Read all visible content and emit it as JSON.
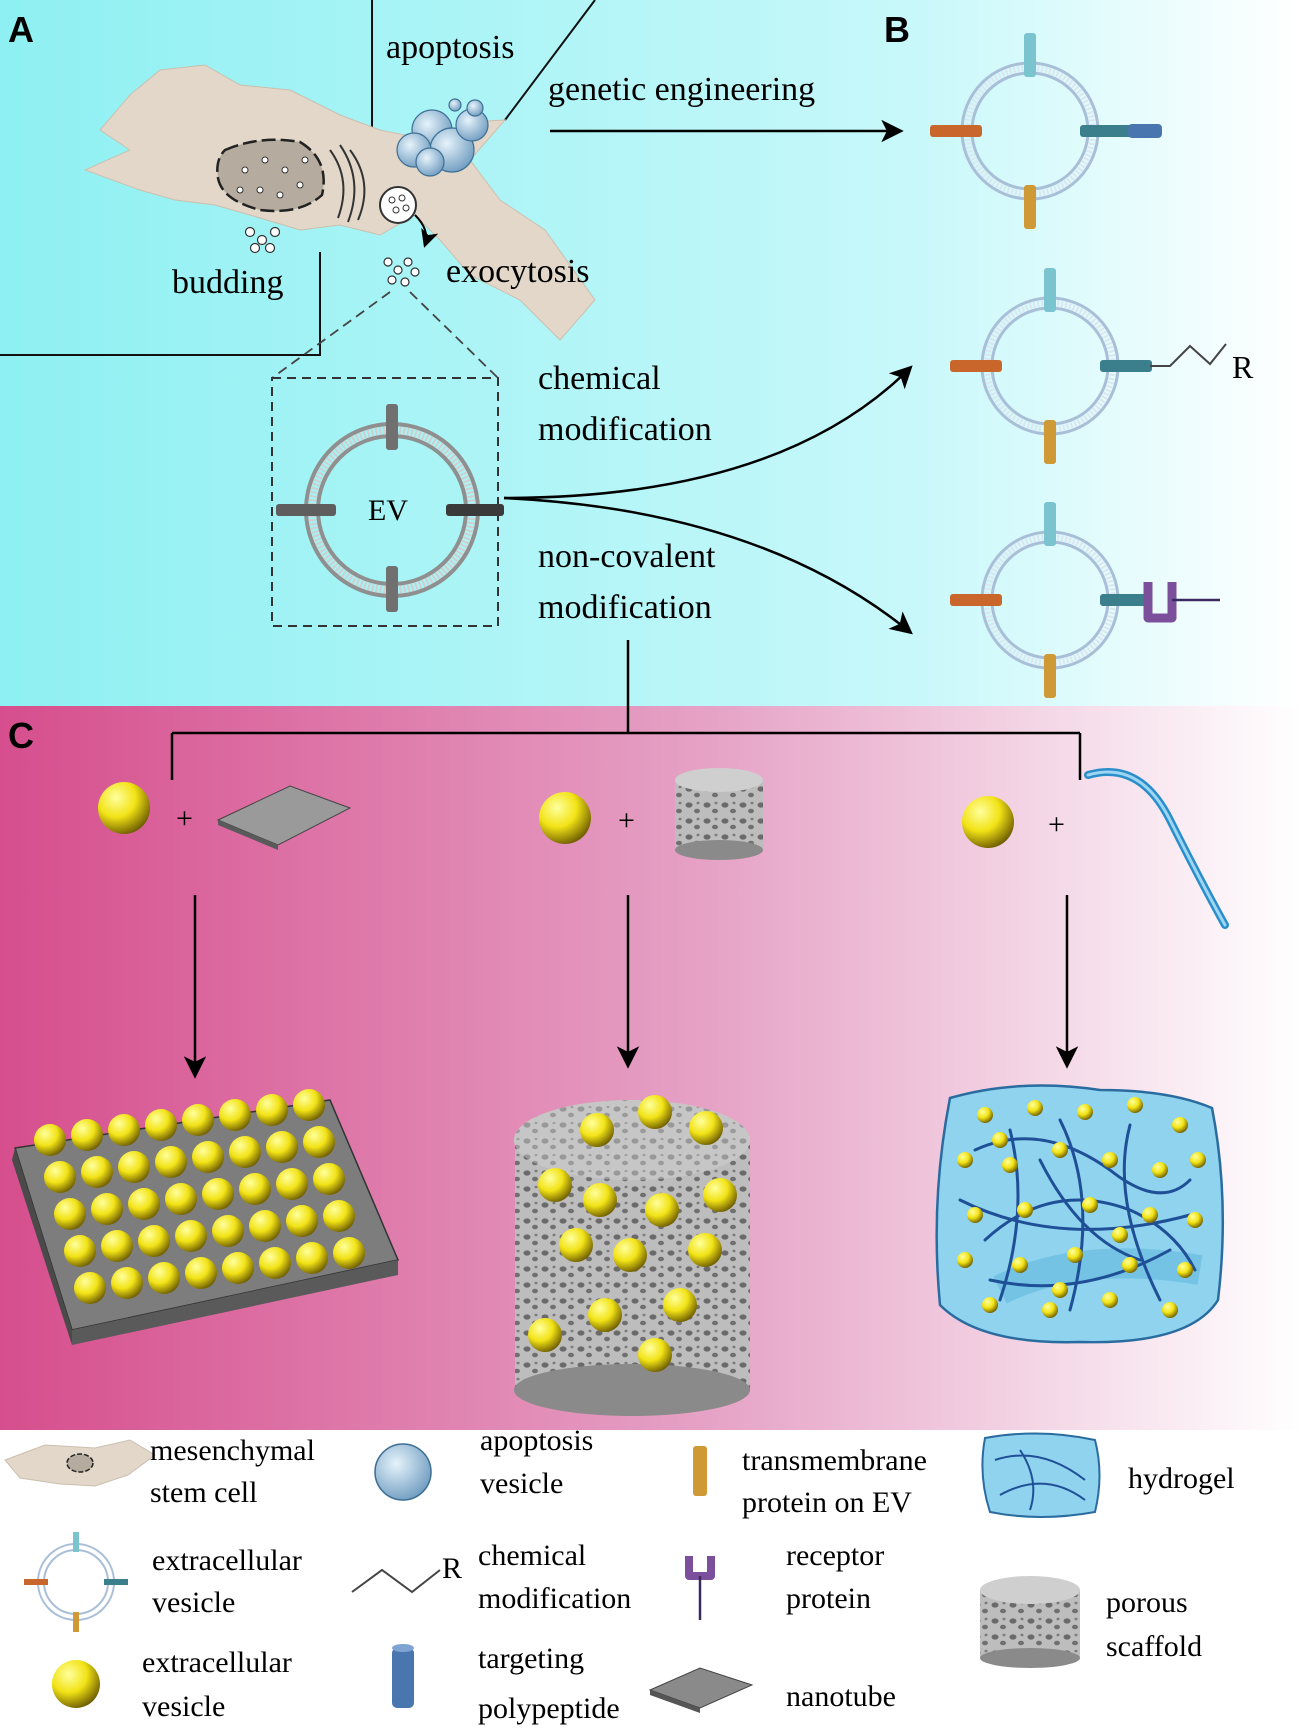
{
  "panels": {
    "a": {
      "letter": "A"
    },
    "b": {
      "letter": "B"
    },
    "c": {
      "letter": "C"
    }
  },
  "panel_a": {
    "apoptosis": "apoptosis",
    "budding": "budding",
    "exocytosis": "exocytosis",
    "ev_label": "EV"
  },
  "arrows": {
    "genetic": "genetic engineering",
    "chemical_line1": "chemical",
    "chemical_line2": "modification",
    "noncovalent_line1": "non-covalent",
    "noncovalent_line2": "modification"
  },
  "panel_b": {
    "r_group": "R"
  },
  "panel_c": {
    "plus": "+"
  },
  "legend": {
    "msc_line1": "mesenchymal",
    "msc_line2": "stem cell",
    "apoptosis_line1": "apoptosis",
    "apoptosis_line2": "vesicle",
    "transmembrane_line1": "transmembrane",
    "transmembrane_line2": "protein on EV",
    "hydrogel": "hydrogel",
    "ev_diagram_line1": "extracellular",
    "ev_diagram_line2": "vesicle",
    "chem_r": "R",
    "chem_line1": "chemical",
    "chem_line2": "modification",
    "receptor_line1": "receptor",
    "receptor_line2": "protein",
    "porous_line1": "porous",
    "porous_line2": "scaffold",
    "ev_sphere_line1": "extracellular",
    "ev_sphere_line2": "vesicle",
    "targeting_line1": "targeting",
    "targeting_line2": "polypeptide",
    "nanotube": "nanotube"
  },
  "colors": {
    "cyan": "#8ff0f2",
    "magenta": "#d8508f",
    "cell": "#e2d7c8",
    "ev_yellow": "#f2e316",
    "orange_protein": "#c8662c",
    "teal_protein": "#3b7f8c",
    "cyan_protein": "#79c4cf",
    "gold_protein": "#cf9a35",
    "blue_peptide": "#4a76b0",
    "receptor": "#7b4f9c",
    "hydrogel": "#8fd3ee",
    "fiber": "#1f4f96"
  }
}
